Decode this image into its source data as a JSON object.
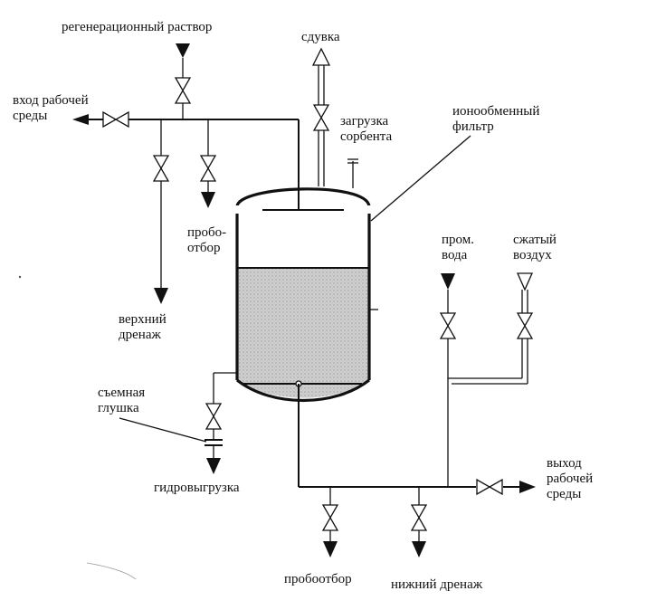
{
  "labels": {
    "regen_solution": "регенерационный раствор",
    "blowdown": "сдувка",
    "inlet": "вход рабочей\nсреды",
    "sorbent_loading": "загрузка\nсорбента",
    "ion_filter": "ионообменный\nфильтр",
    "sampling_top": "пробо-\nотбор",
    "upper_drain": "верхний\nдренаж",
    "process_water": "пром.\nвода",
    "compressed_air": "сжатый\nвоздух",
    "removable_plug": "съемная\nглушка",
    "hydro_unloading": "гидровыгрузка",
    "outlet": "выход\nрабочей\nсреды",
    "sampling_bottom": "пробоотбор",
    "lower_drain": "нижний дренаж"
  },
  "colors": {
    "line": "#111111",
    "resin_fill": "#c9c9c9",
    "background": "#ffffff"
  }
}
